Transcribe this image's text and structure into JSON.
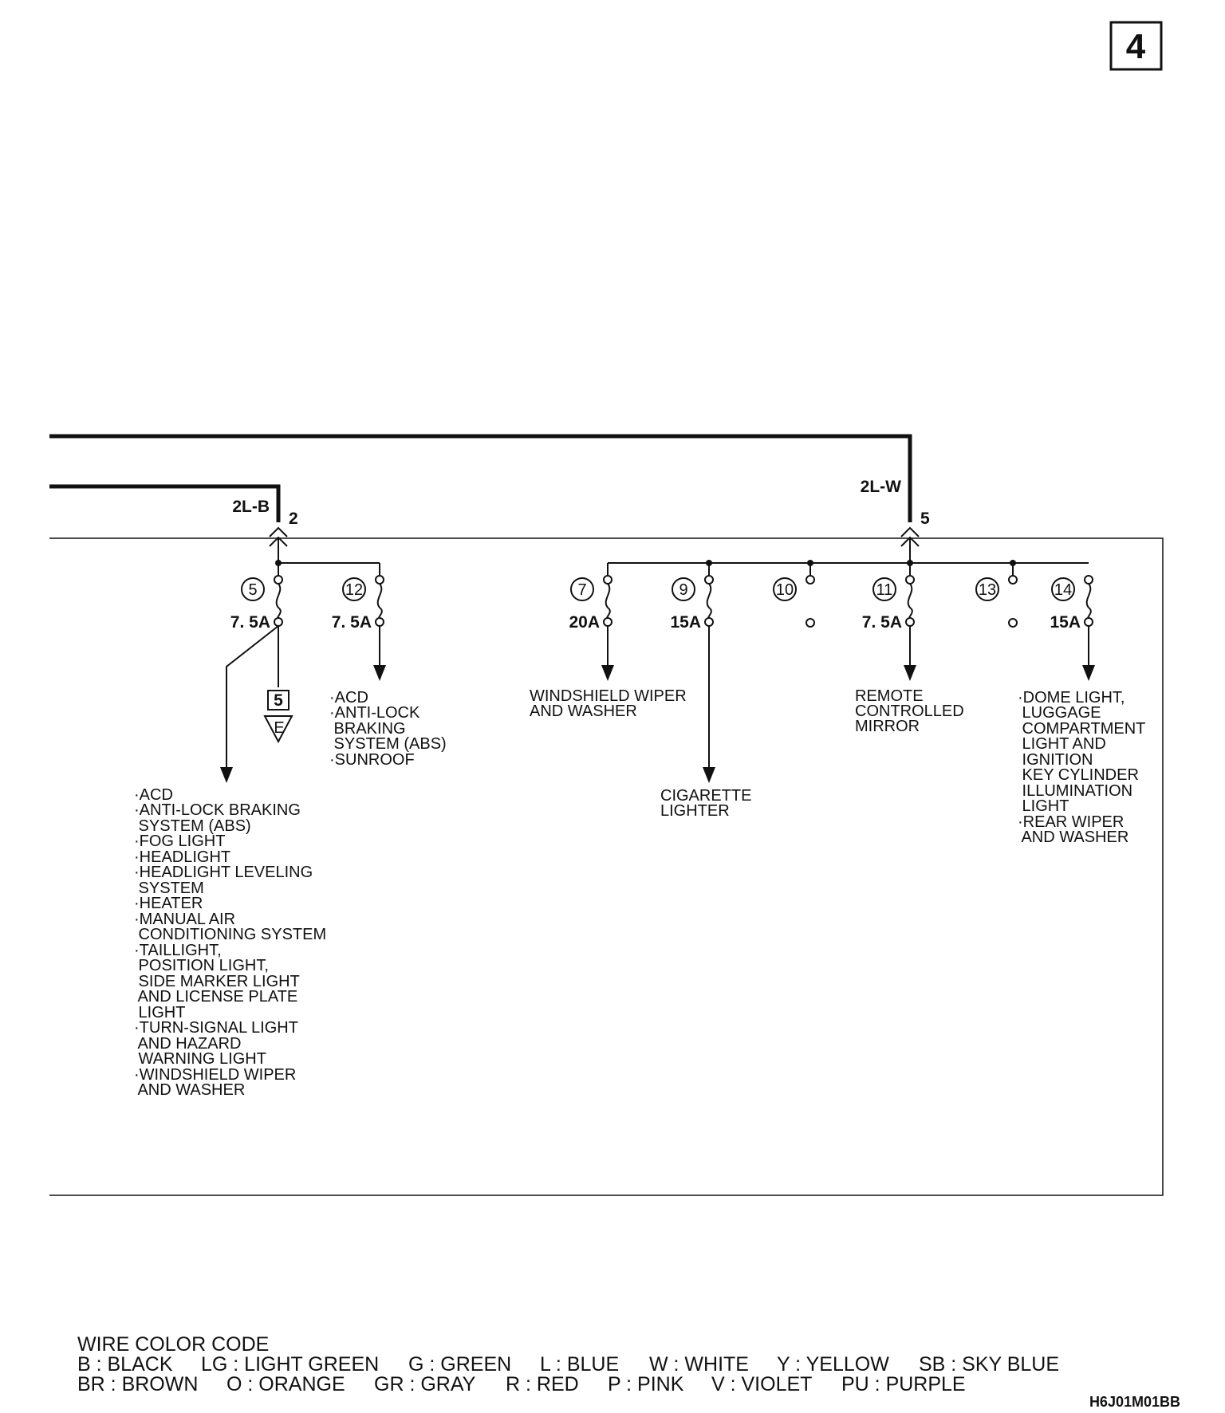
{
  "page_number": "4",
  "connectors": {
    "left": {
      "wire": "2L-B",
      "pin": "2"
    },
    "right": {
      "wire": "2L-W",
      "pin": "5"
    }
  },
  "fuses": [
    {
      "num": "5",
      "rating": "7. 5A"
    },
    {
      "num": "12",
      "rating": "7. 5A"
    },
    {
      "num": "7",
      "rating": "20A"
    },
    {
      "num": "9",
      "rating": "15A"
    },
    {
      "num": "10",
      "rating": ""
    },
    {
      "num": "11",
      "rating": "7. 5A"
    },
    {
      "num": "13",
      "rating": ""
    },
    {
      "num": "14",
      "rating": "15A"
    }
  ],
  "ground_ref": {
    "box": "5",
    "letter": "E"
  },
  "loads": {
    "fuse5": [
      "·ACD",
      "·ANTI-LOCK BRAKING",
      " SYSTEM (ABS)",
      "·FOG LIGHT",
      "·HEADLIGHT",
      "·HEADLIGHT LEVELING",
      " SYSTEM",
      "·HEATER",
      "·MANUAL AIR",
      " CONDITIONING SYSTEM",
      "·TAILLIGHT,",
      " POSITION LIGHT,",
      " SIDE MARKER LIGHT",
      " AND LICENSE PLATE",
      " LIGHT",
      "·TURN-SIGNAL LIGHT",
      " AND HAZARD",
      " WARNING LIGHT",
      "·WINDSHIELD WIPER",
      " AND WASHER"
    ],
    "fuse12": [
      "·ACD",
      "·ANTI-LOCK",
      " BRAKING",
      " SYSTEM (ABS)",
      "·SUNROOF"
    ],
    "fuse7": [
      "WINDSHIELD WIPER",
      "AND WASHER"
    ],
    "fuse9": [
      "CIGARETTE",
      "LIGHTER"
    ],
    "fuse11": [
      "REMOTE",
      "CONTROLLED",
      "MIRROR"
    ],
    "fuse14": [
      "·DOME LIGHT,",
      " LUGGAGE",
      " COMPARTMENT",
      " LIGHT AND",
      " IGNITION",
      " KEY CYLINDER",
      " ILLUMINATION",
      " LIGHT",
      "·REAR WIPER",
      " AND WASHER"
    ]
  },
  "legend": {
    "title": "WIRE COLOR CODE",
    "row1": [
      "B : BLACK",
      "LG : LIGHT GREEN",
      "G : GREEN",
      "L : BLUE",
      "W : WHITE",
      "Y : YELLOW",
      "SB : SKY BLUE"
    ],
    "row2": [
      "BR : BROWN",
      "O : ORANGE",
      "GR : GRAY",
      "R : RED",
      "P : PINK",
      "V : VIOLET",
      "PU : PURPLE"
    ]
  },
  "figure_id": "H6J01M01BB"
}
